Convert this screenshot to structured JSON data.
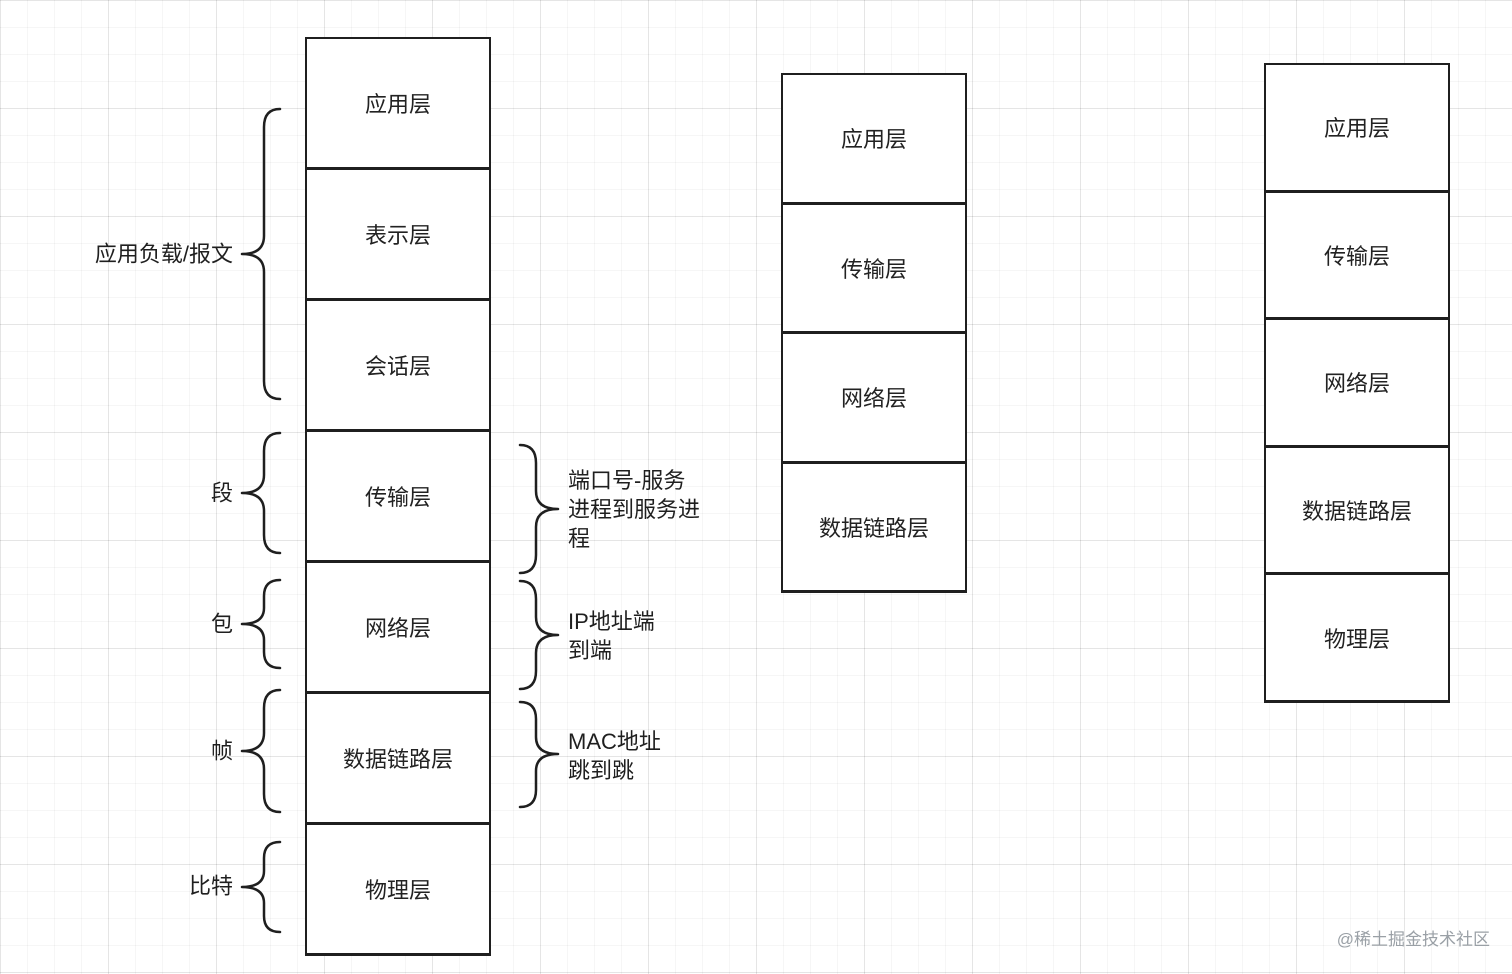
{
  "stacks": {
    "osi": [
      "应用层",
      "表示层",
      "会话层",
      "传输层",
      "网络层",
      "数据链路层",
      "物理层"
    ],
    "tcpip_four": [
      "应用层",
      "传输层",
      "网络层",
      "数据链路层"
    ],
    "five_layer": [
      "应用层",
      "传输层",
      "网络层",
      "数据链路层",
      "物理层"
    ]
  },
  "pdu_labels": {
    "application": "应用负载/报文",
    "transport": "段",
    "network": "包",
    "datalink": "帧",
    "physical": "比特"
  },
  "notes": {
    "transport": "端口号-服务\n进程到服务进\n程",
    "network": "IP地址端\n到端",
    "datalink": "MAC地址\n跳到跳"
  },
  "watermark": "@稀土掘金技术社区"
}
